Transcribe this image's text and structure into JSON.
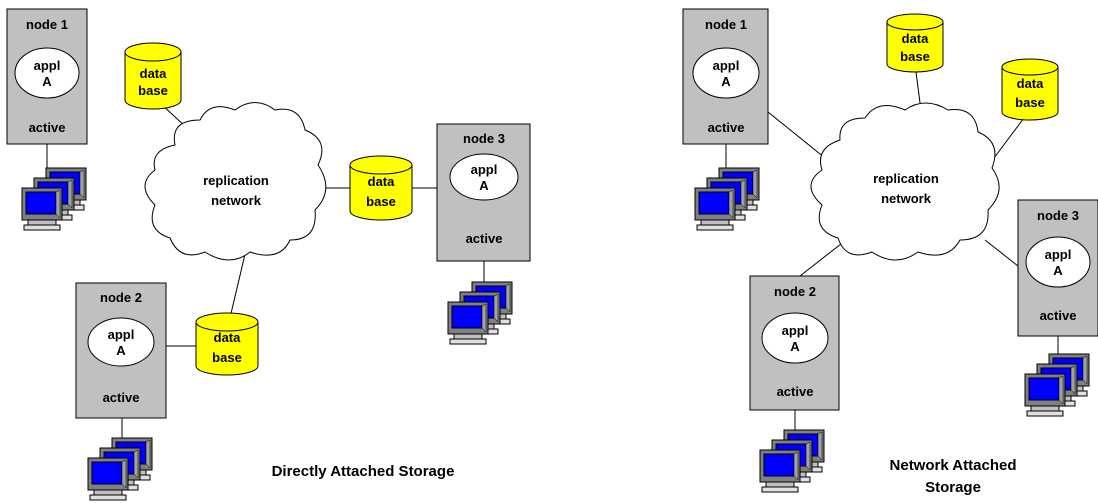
{
  "left_panel": {
    "caption": "Directly Attached Storage",
    "cloud_line1": "replication",
    "cloud_line2": "network",
    "node1": {
      "title": "node 1",
      "app_line1": "appl",
      "app_line2": "A",
      "status": "active"
    },
    "node2": {
      "title": "node 2",
      "app_line1": "appl",
      "app_line2": "A",
      "status": "active"
    },
    "node3": {
      "title": "node 3",
      "app_line1": "appl",
      "app_line2": "A",
      "status": "active"
    },
    "db1": {
      "line1": "data",
      "line2": "base"
    },
    "db2": {
      "line1": "data",
      "line2": "base"
    },
    "db3": {
      "line1": "data",
      "line2": "base"
    }
  },
  "right_panel": {
    "caption_line1": "Network Attached",
    "caption_line2": "Storage",
    "cloud_line1": "replication",
    "cloud_line2": "network",
    "node1": {
      "title": "node 1",
      "app_line1": "appl",
      "app_line2": "A",
      "status": "active"
    },
    "node2": {
      "title": "node 2",
      "app_line1": "appl",
      "app_line2": "A",
      "status": "active"
    },
    "node3": {
      "title": "node 3",
      "app_line1": "appl",
      "app_line2": "A",
      "status": "active"
    },
    "db1": {
      "line1": "data",
      "line2": "base"
    },
    "db2": {
      "line1": "data",
      "line2": "base"
    }
  },
  "colors": {
    "node_fill": "#c0c0c0",
    "database_fill": "#ffff00",
    "monitor_screen": "#0000ff"
  },
  "icons": [
    "computer-terminals-icon",
    "database-cylinder-icon",
    "network-cloud-icon"
  ]
}
